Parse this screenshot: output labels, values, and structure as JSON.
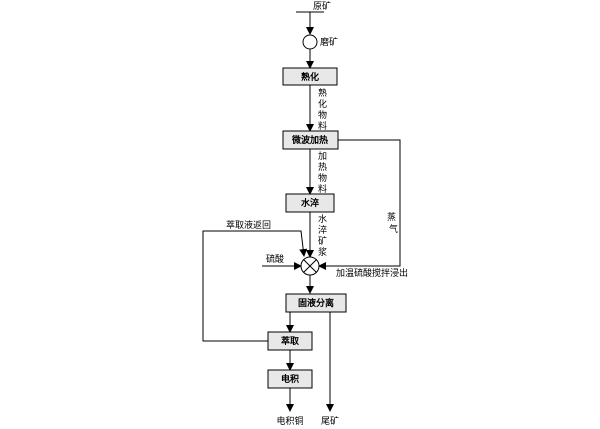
{
  "colors": {
    "line": "#000000",
    "box_fill": "#e8e8e8",
    "box_stroke": "#000000",
    "background": "#ffffff"
  },
  "nodes": {
    "raw_ore": "原矿",
    "grinding": "磨矿",
    "maturation": "熟化",
    "microwave": "微波加热",
    "quench": "水淬",
    "solid_liquid_sep": "固液分离",
    "extraction": "萃取",
    "electrowinning": "电积",
    "electro_copper": "电积铜",
    "tailings": "尾矿"
  },
  "vertical_labels": {
    "matured_material": [
      "熟",
      "化",
      "物",
      "料"
    ],
    "heated_material": [
      "加",
      "热",
      "物",
      "料"
    ],
    "quench_slurry": [
      "水",
      "淬",
      "矿",
      "浆"
    ],
    "steam": [
      "蒸",
      "气"
    ]
  },
  "edge_labels": {
    "raffinate_return": "萃取液返回",
    "sulfuric_acid": "硫酸",
    "acid_leach": "加温硫酸搅拌浸出"
  }
}
